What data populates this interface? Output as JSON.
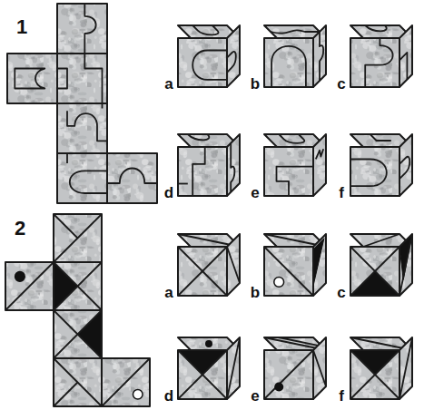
{
  "diagram": {
    "labels": [
      "1",
      "a",
      "b",
      "c",
      "d",
      "e",
      "f",
      "2",
      "a",
      "b",
      "c",
      "d",
      "e",
      "f"
    ]
  }
}
